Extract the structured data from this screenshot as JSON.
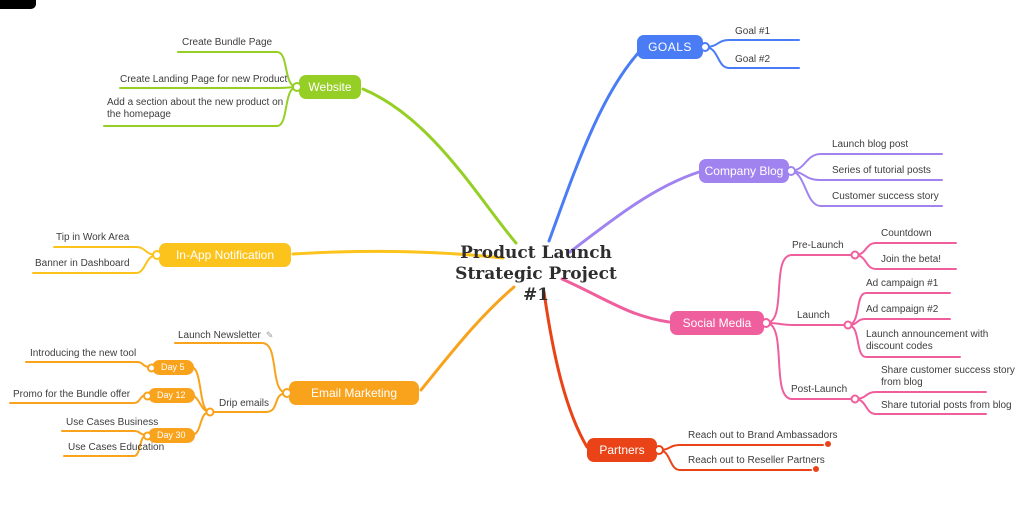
{
  "title": {
    "line1": "Product Launch",
    "line2": "Strategic Project #1"
  },
  "icons": {
    "edit": "✎"
  },
  "colors": {
    "goals": "#4a7cf6",
    "company_blog": "#a183f0",
    "social_media": "#ef5f9e",
    "partners": "#e94317",
    "website": "#95cf25",
    "in_app_notification": "#fcc31d",
    "email_marketing": "#f9a21c",
    "background": "#ffffff",
    "leaf_text": "#3d3d3d"
  },
  "branches": {
    "goals": {
      "label": "GOALS",
      "children": [
        {
          "label": "Goal #1"
        },
        {
          "label": "Goal #2"
        }
      ]
    },
    "company_blog": {
      "label": "Company Blog",
      "children": [
        {
          "label": "Launch blog post"
        },
        {
          "label": "Series of tutorial posts"
        },
        {
          "label": "Customer success story"
        }
      ]
    },
    "social_media": {
      "label": "Social Media",
      "children": [
        {
          "label": "Pre-Launch",
          "children": [
            {
              "label": "Countdown"
            },
            {
              "label": "Join the beta!"
            }
          ]
        },
        {
          "label": "Launch",
          "children": [
            {
              "label": "Ad campaign #1"
            },
            {
              "label": "Ad campaign #2"
            },
            {
              "label": "Launch announcement with discount codes"
            }
          ]
        },
        {
          "label": "Post-Launch",
          "children": [
            {
              "label": "Share customer success story from blog"
            },
            {
              "label": "Share tutorial posts from blog"
            }
          ]
        }
      ]
    },
    "partners": {
      "label": "Partners",
      "children": [
        {
          "label": "Reach out to Brand Ambassadors"
        },
        {
          "label": "Reach out to Reseller Partners"
        }
      ]
    },
    "website": {
      "label": "Website",
      "children": [
        {
          "label": "Create Bundle Page"
        },
        {
          "label": "Create Landing Page for new Product"
        },
        {
          "label": "Add a section about the new product on the homepage"
        }
      ]
    },
    "in_app_notification": {
      "label": "In-App Notification",
      "children": [
        {
          "label": "Tip in Work Area"
        },
        {
          "label": "Banner in Dashboard"
        }
      ]
    },
    "email_marketing": {
      "label": "Email Marketing",
      "children": [
        {
          "label": "Launch Newsletter"
        },
        {
          "label": "Drip emails",
          "children": [
            {
              "badge": "Day 5",
              "children": [
                {
                  "label": "Introducing the new tool"
                }
              ]
            },
            {
              "badge": "Day 12",
              "children": [
                {
                  "label": "Promo for the Bundle offer"
                }
              ]
            },
            {
              "badge": "Day 30",
              "children": [
                {
                  "label": "Use Cases Business"
                },
                {
                  "label": "Use Cases Education"
                }
              ]
            }
          ]
        }
      ]
    }
  }
}
